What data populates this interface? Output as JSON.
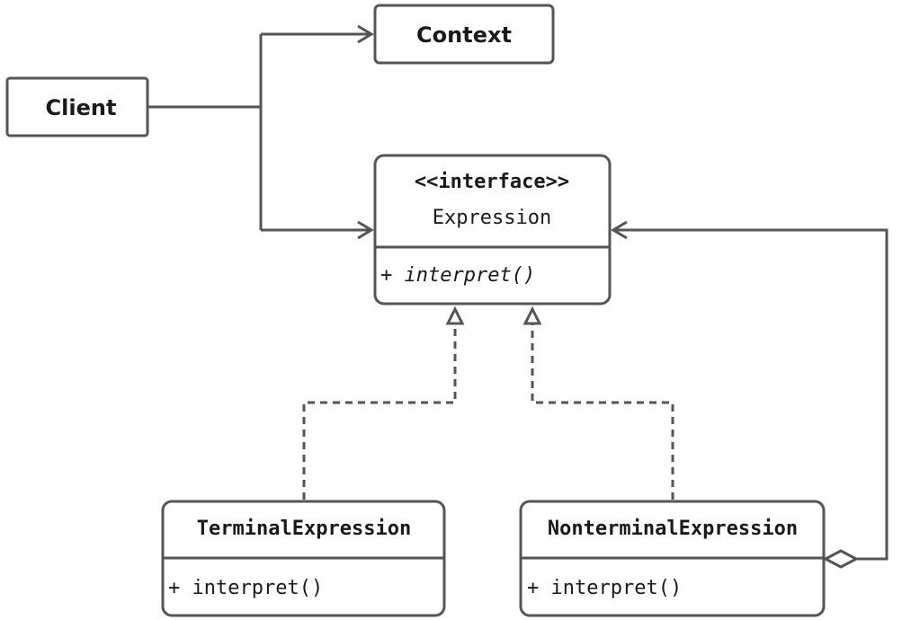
{
  "diagram": {
    "nodes": {
      "client": {
        "label": "Client"
      },
      "context": {
        "label": "Context"
      },
      "expression": {
        "stereotype": "<<interface>>",
        "name": "Expression",
        "method": "+ interpret()"
      },
      "terminal": {
        "name": "TerminalExpression",
        "method": "+ interpret()"
      },
      "nonterminal": {
        "name": "NonterminalExpression",
        "method": "+ interpret()"
      }
    },
    "colors": {
      "stroke": "#555555",
      "text": "#1a1a1a",
      "background": "#ffffff"
    }
  }
}
